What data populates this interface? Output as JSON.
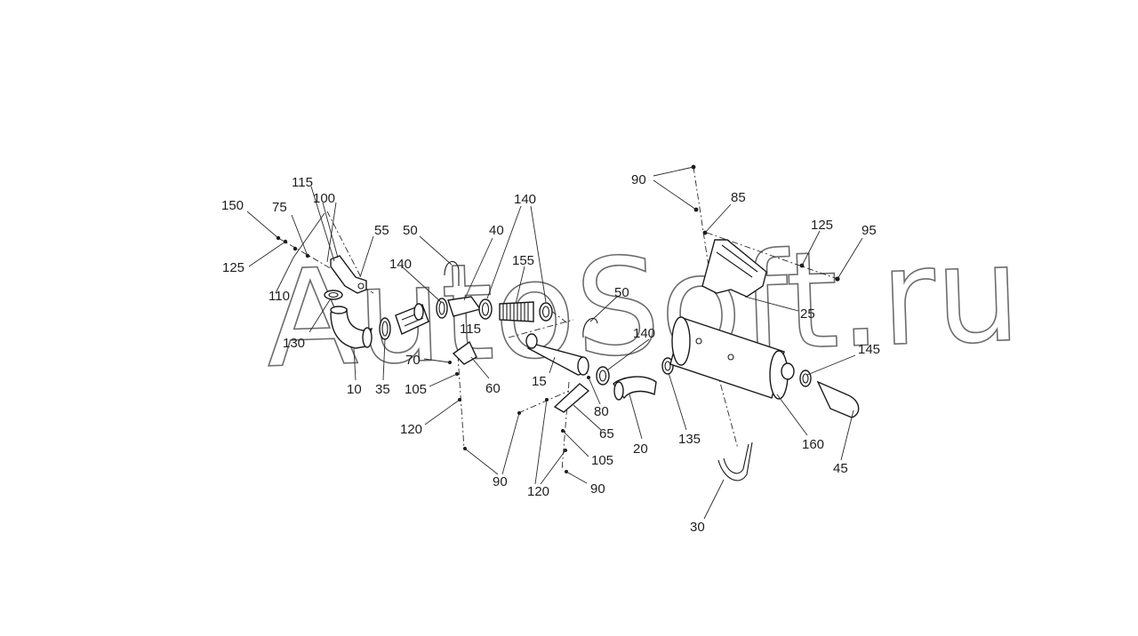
{
  "watermark": "AutoSoft.ru",
  "diagram": {
    "callouts": [
      {
        "id": "c150",
        "text": "150"
      },
      {
        "id": "c115a",
        "text": "115"
      },
      {
        "id": "c100",
        "text": "100"
      },
      {
        "id": "c75",
        "text": "75"
      },
      {
        "id": "c125a",
        "text": "125"
      },
      {
        "id": "c110",
        "text": "110"
      },
      {
        "id": "c55",
        "text": "55"
      },
      {
        "id": "c50a",
        "text": "50"
      },
      {
        "id": "c140a",
        "text": "140"
      },
      {
        "id": "c40",
        "text": "40"
      },
      {
        "id": "c140b",
        "text": "140"
      },
      {
        "id": "c155",
        "text": "155"
      },
      {
        "id": "c130",
        "text": "130"
      },
      {
        "id": "c10",
        "text": "10"
      },
      {
        "id": "c35",
        "text": "35"
      },
      {
        "id": "c115b",
        "text": "115"
      },
      {
        "id": "c70",
        "text": "70"
      },
      {
        "id": "c105a",
        "text": "105"
      },
      {
        "id": "c60",
        "text": "60"
      },
      {
        "id": "c120a",
        "text": "120"
      },
      {
        "id": "c50b",
        "text": "50"
      },
      {
        "id": "c140c",
        "text": "140"
      },
      {
        "id": "c15",
        "text": "15"
      },
      {
        "id": "c80",
        "text": "80"
      },
      {
        "id": "c65",
        "text": "65"
      },
      {
        "id": "c105b",
        "text": "105"
      },
      {
        "id": "c90a",
        "text": "90"
      },
      {
        "id": "c120b",
        "text": "120"
      },
      {
        "id": "c90b",
        "text": "90"
      },
      {
        "id": "c20",
        "text": "20"
      },
      {
        "id": "c135",
        "text": "135"
      },
      {
        "id": "c90c",
        "text": "90"
      },
      {
        "id": "c85",
        "text": "85"
      },
      {
        "id": "c125b",
        "text": "125"
      },
      {
        "id": "c95",
        "text": "95"
      },
      {
        "id": "c25",
        "text": "25"
      },
      {
        "id": "c145",
        "text": "145"
      },
      {
        "id": "c160",
        "text": "160"
      },
      {
        "id": "c45",
        "text": "45"
      },
      {
        "id": "c30",
        "text": "30"
      }
    ]
  }
}
